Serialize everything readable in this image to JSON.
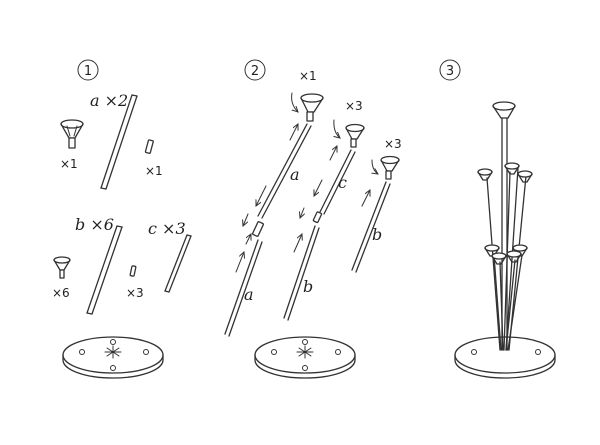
{
  "steps": [
    {
      "number": "1",
      "labels": {
        "a_qty": "a ×2",
        "cup_qty": "×1",
        "connector_qty": "×1",
        "b_qty": "b ×6",
        "c_qty": "c ×3",
        "small_cup_qty": "×6",
        "small_connector_qty": "×3"
      }
    },
    {
      "number": "2",
      "labels": {
        "top_cup_qty": "×1",
        "mid_cup_qty": "×3",
        "right_cup_qty": "×3",
        "rod_a_upper": "a",
        "rod_a_lower": "a",
        "rod_c": "c",
        "rod_b_lower": "b",
        "rod_b_right": "b"
      }
    },
    {
      "number": "3",
      "labels": {}
    }
  ],
  "icons": [
    "cup-icon",
    "rod-icon",
    "connector-icon",
    "base-icon",
    "arrow-icon"
  ]
}
